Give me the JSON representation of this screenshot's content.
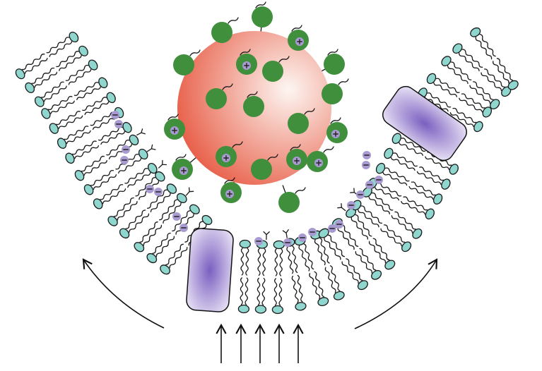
{
  "figure": {
    "title": "",
    "labels": []
  },
  "colors": {
    "lipid_head": "#8fd6cf",
    "lipid_tail": "#1a1a1a",
    "protein_light": "#e9e2f5",
    "protein_dark": "#7a5fc0",
    "nanoparticle_light": "#fdf6f2",
    "nanoparticle_dark": "#e8604a",
    "ligand": "#3f8f3d",
    "ligand_dark": "#2f6f2d",
    "negative_charge": "#a99bd2",
    "positive_charge": "#a99bd2",
    "arrow": "#111111"
  },
  "elements": {
    "membrane": "curved-lipid-bilayer",
    "nanoparticle": "ligand-coated-nanoparticle",
    "membrane_proteins": 2,
    "upward_force_arrows": 5,
    "curvature_arrows": 2,
    "ligand_charge": "positive",
    "membrane_charge": "negative"
  }
}
